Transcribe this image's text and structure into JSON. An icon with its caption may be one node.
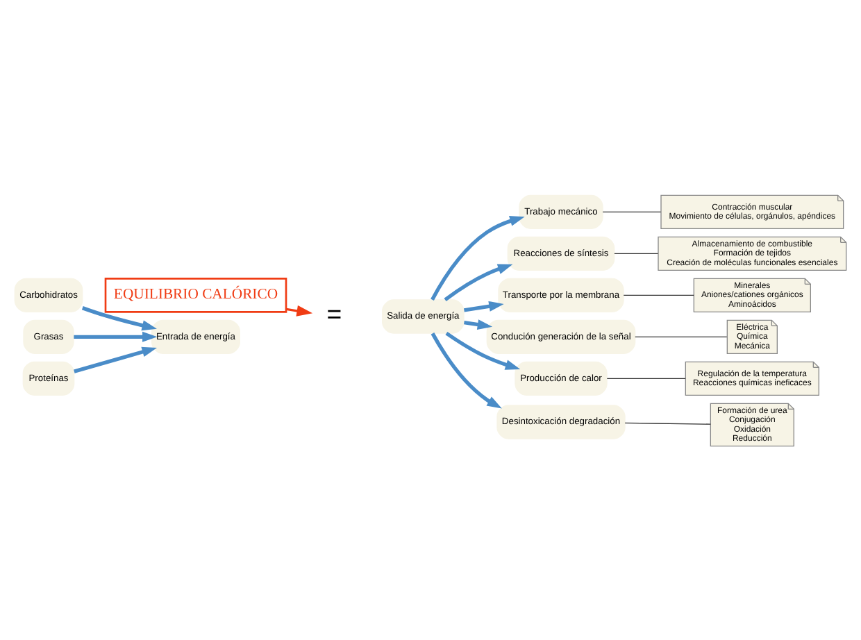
{
  "diagram": {
    "nodes": [
      {
        "text": [
          "EQUILIBRIO CALÓRICO"
        ]
      },
      {
        "text": [
          "Carbohidratos"
        ]
      },
      {
        "text": [
          "Grasas"
        ]
      },
      {
        "text": [
          "Proteínas"
        ]
      },
      {
        "text": [
          "Entrada de energía"
        ]
      },
      {
        "text": [
          "="
        ]
      },
      {
        "text": [
          "Salida de energía"
        ]
      },
      {
        "text": [
          "Trabajo mecánico"
        ]
      },
      {
        "text": [
          "Contracción muscular",
          "Movimiento de células, orgánulos, apéndices"
        ]
      },
      {
        "text": [
          "Reacciones de síntesis"
        ]
      },
      {
        "text": [
          "Almacenamiento de combustible",
          "Formación de tejidos",
          "Creación de moléculas funcionales esenciales"
        ]
      },
      {
        "text": [
          "Transporte por la membrana"
        ]
      },
      {
        "text": [
          "Minerales",
          "Aniones/cationes orgánicos",
          "Aminoácidos"
        ]
      },
      {
        "text": [
          "Condución generación de la señal"
        ]
      },
      {
        "text": [
          "Eléctrica",
          "Química",
          "Mecánica"
        ]
      },
      {
        "text": [
          "Producción de calor"
        ]
      },
      {
        "text": [
          "Regulación de la temperatura",
          "Reacciones químicas ineficaces"
        ]
      },
      {
        "text": [
          "Desintoxicación degradación"
        ]
      },
      {
        "text": [
          "Formación de urea",
          "Conjugación",
          "Oxidación",
          "Reducción"
        ]
      }
    ],
    "edges": [
      {
        "from": 0,
        "to": 5,
        "arrow": "to",
        "color": "#f03c14"
      },
      {
        "from": 1,
        "to": 4,
        "arrow": "to"
      },
      {
        "from": 2,
        "to": 4,
        "arrow": "to"
      },
      {
        "from": 3,
        "to": 4,
        "arrow": "to"
      },
      {
        "from": 6,
        "to": 7,
        "arrow": "to"
      },
      {
        "from": 6,
        "to": 9,
        "arrow": "to"
      },
      {
        "from": 6,
        "to": 11,
        "arrow": "to"
      },
      {
        "from": 6,
        "to": 13,
        "arrow": "to"
      },
      {
        "from": 6,
        "to": 15,
        "arrow": "to"
      },
      {
        "from": 6,
        "to": 17,
        "arrow": "to"
      },
      {
        "from": 7,
        "to": 8,
        "arrow": "none",
        "color": "#333333"
      },
      {
        "from": 9,
        "to": 10,
        "arrow": "none",
        "color": "#333333"
      },
      {
        "from": 11,
        "to": 12,
        "arrow": "none",
        "color": "#333333"
      },
      {
        "from": 13,
        "to": 14,
        "arrow": "none",
        "color": "#333333"
      },
      {
        "from": 15,
        "to": 16,
        "arrow": "none",
        "color": "#333333"
      },
      {
        "from": 17,
        "to": 18,
        "arrow": "none",
        "color": "#333333"
      }
    ]
  }
}
